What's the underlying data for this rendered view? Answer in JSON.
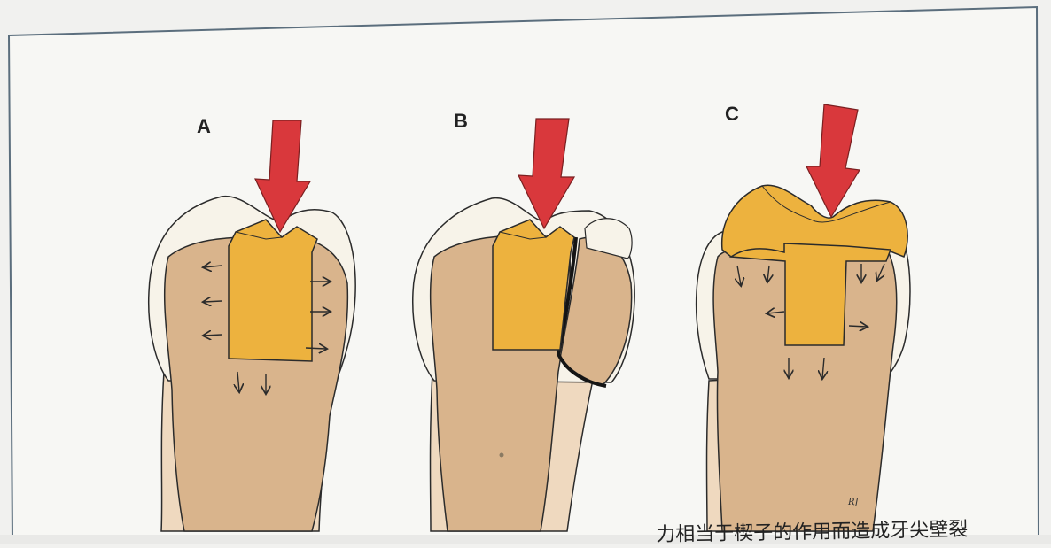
{
  "panels": {
    "a": {
      "label": "A"
    },
    "b": {
      "label": "B"
    },
    "c": {
      "label": "C"
    }
  },
  "signature": "RJ",
  "caption": "力相当于楔子的作用而造成牙尖壁裂",
  "colors": {
    "frame_border": "#5b6e7d",
    "frame_bg": "#f7f7f4",
    "tooth_dentin": "#d9b48c",
    "tooth_root": "#efd9bf",
    "enamel": "#f7f3e9",
    "filling": "#edb23e",
    "arrow_red": "#d9383c",
    "outline": "#2b2b2b"
  }
}
